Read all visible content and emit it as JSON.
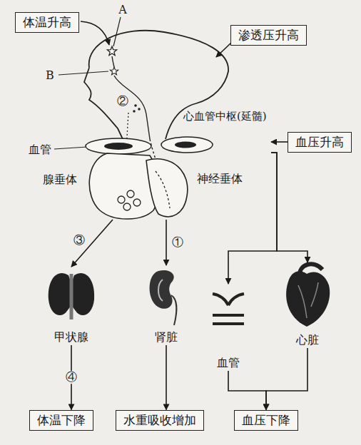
{
  "diagram": {
    "nodes": [
      {
        "text": [
          "体温升高"
        ]
      },
      {
        "text": [
          "渗透压升高"
        ]
      },
      {
        "text": [
          "心血管中枢(延髓)"
        ]
      },
      {
        "text": [
          "血压升高"
        ]
      },
      {
        "text": [
          "腺垂体"
        ]
      },
      {
        "text": [
          "神经垂体"
        ]
      },
      {
        "text": [
          "甲状腺"
        ]
      },
      {
        "text": [
          "肾脏"
        ]
      },
      {
        "text": [
          "血管"
        ]
      },
      {
        "text": [
          "心脏"
        ]
      },
      {
        "text": [
          "体温下降"
        ]
      },
      {
        "text": [
          "水重吸收增加"
        ]
      },
      {
        "text": [
          "血压下降"
        ]
      }
    ],
    "edges": [
      {
        "from": 3,
        "to": 2,
        "arrow": "to"
      },
      {
        "from": 2,
        "to": 8,
        "arrow": "to"
      },
      {
        "from": 2,
        "to": 9,
        "arrow": "to"
      },
      {
        "from": 4,
        "to": 6,
        "label": "③",
        "arrow": "to"
      },
      {
        "from": 5,
        "to": 7,
        "label": "①",
        "arrow": "to"
      },
      {
        "from": 6,
        "to": 10,
        "label": "④",
        "arrow": "to"
      },
      {
        "from": 7,
        "to": 11,
        "arrow": "to"
      },
      {
        "from": 8,
        "to": 12,
        "arrow": "to"
      },
      {
        "from": 9,
        "to": 12,
        "arrow": "to"
      }
    ],
    "labels": [
      "A",
      "B",
      "②",
      "血管"
    ]
  }
}
